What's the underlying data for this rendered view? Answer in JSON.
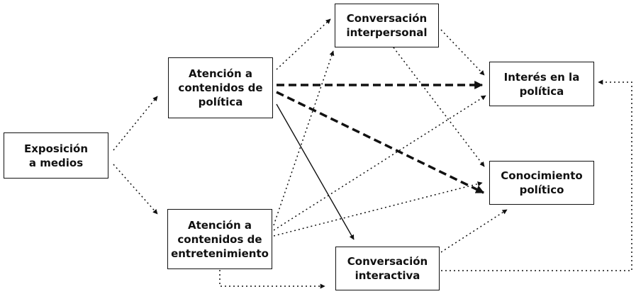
{
  "nodes": {
    "exposicion": [
      "Exposición",
      "a medios"
    ],
    "atencion_politica": [
      "Atención a",
      "contenidos de",
      "política"
    ],
    "atencion_entretenimiento": [
      "Atención a",
      "contenidos de",
      "entretenimiento"
    ],
    "conversacion_interpersonal": [
      "Conversación",
      "interpersonal"
    ],
    "conversacion_interactiva": [
      "Conversación",
      "interactiva"
    ],
    "interes_politica": [
      "Interés en la",
      "política"
    ],
    "conocimiento_politico": [
      "Conocimiento",
      "político"
    ]
  },
  "edges": [
    {
      "from": "exposicion",
      "to": "atencion_politica",
      "style": "dotted"
    },
    {
      "from": "exposicion",
      "to": "atencion_entretenimiento",
      "style": "dotted"
    },
    {
      "from": "atencion_politica",
      "to": "conversacion_interpersonal",
      "style": "dotted"
    },
    {
      "from": "atencion_politica",
      "to": "interes_politica",
      "style": "dashed-bold"
    },
    {
      "from": "atencion_politica",
      "to": "conocimiento_politico",
      "style": "dashed-bold"
    },
    {
      "from": "atencion_politica",
      "to": "conversacion_interactiva",
      "style": "solid"
    },
    {
      "from": "atencion_entretenimiento",
      "to": "conversacion_interpersonal",
      "style": "dotted"
    },
    {
      "from": "atencion_entretenimiento",
      "to": "interes_politica",
      "style": "dotted"
    },
    {
      "from": "atencion_entretenimiento",
      "to": "conocimiento_politico",
      "style": "dotted"
    },
    {
      "from": "atencion_entretenimiento",
      "to": "conversacion_interactiva",
      "style": "dotted"
    },
    {
      "from": "conversacion_interpersonal",
      "to": "interes_politica",
      "style": "dotted"
    },
    {
      "from": "conversacion_interpersonal",
      "to": "conocimiento_politico",
      "style": "dotted"
    },
    {
      "from": "conversacion_interactiva",
      "to": "conocimiento_politico",
      "style": "dotted"
    },
    {
      "from": "conversacion_interactiva",
      "to": "interes_politica",
      "style": "dotted"
    }
  ],
  "colors": {
    "line": "#111111",
    "box_border": "#111111",
    "background": "#ffffff"
  }
}
